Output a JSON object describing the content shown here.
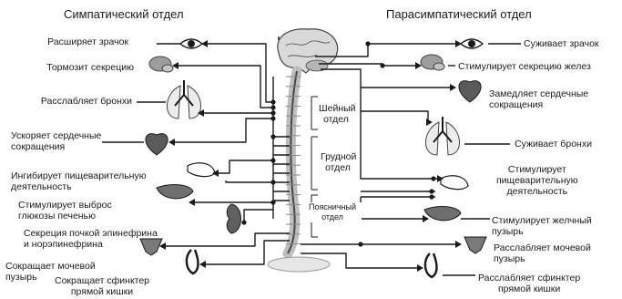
{
  "headers": {
    "sympathetic": "Симпатический отдел",
    "parasympathetic": "Парасимпатический отдел"
  },
  "regions": {
    "cervical": [
      "Шейный",
      "отдел"
    ],
    "thoracic": [
      "Грудной",
      "отдел"
    ],
    "lumbar": [
      "Поясничный",
      "отдел"
    ]
  },
  "left_labels": [
    [
      "Расширяет зрачок"
    ],
    [
      "Тормозит секрецию"
    ],
    [
      "Расслабляет бронхи"
    ],
    [
      "Ускоряет сердечные",
      "сокращения"
    ],
    [
      "Ингибирует пищеварительную",
      "деятельность"
    ],
    [
      "Стимулирует выброс",
      "глюкозы печенью"
    ],
    [
      "Секреция почкой эпинефрина",
      "и норэпинефрина"
    ],
    [
      "Сокращает мочевой",
      "пузырь"
    ],
    [
      "Сокращает сфинктер",
      "прямой кишки"
    ]
  ],
  "right_labels": [
    [
      "Суживает зрачок"
    ],
    [
      "Стимулирует секрецию желез"
    ],
    [
      "Замедляет сердечные",
      "сокращения"
    ],
    [
      "Суживает бронхи"
    ],
    [
      "Стимулирует",
      "пищеварительную",
      "деятельность"
    ],
    [
      "Стимулирует желчный",
      "пузырь"
    ],
    [
      "Расслабляет мочевой",
      "пузырь"
    ],
    [
      "Расслабляет сфинктер",
      "прямой кишки"
    ]
  ],
  "icons": {
    "left": [
      "eye-icon",
      "salivary-gland-icon",
      "lungs-icon",
      "heart-icon",
      "stomach-icon",
      "liver-icon",
      "kidney-icon",
      "bladder-icon",
      "rectum-icon"
    ],
    "right": [
      "eye-icon",
      "salivary-gland-icon",
      "heart-icon",
      "lungs-icon",
      "stomach-icon",
      "gallbladder-icon",
      "bladder-icon",
      "rectum-icon"
    ]
  },
  "colors": {
    "ink": "#1a1a1a",
    "organ": "#444444",
    "bone": "#bdbdbd",
    "brain": "#d9d9d9"
  }
}
